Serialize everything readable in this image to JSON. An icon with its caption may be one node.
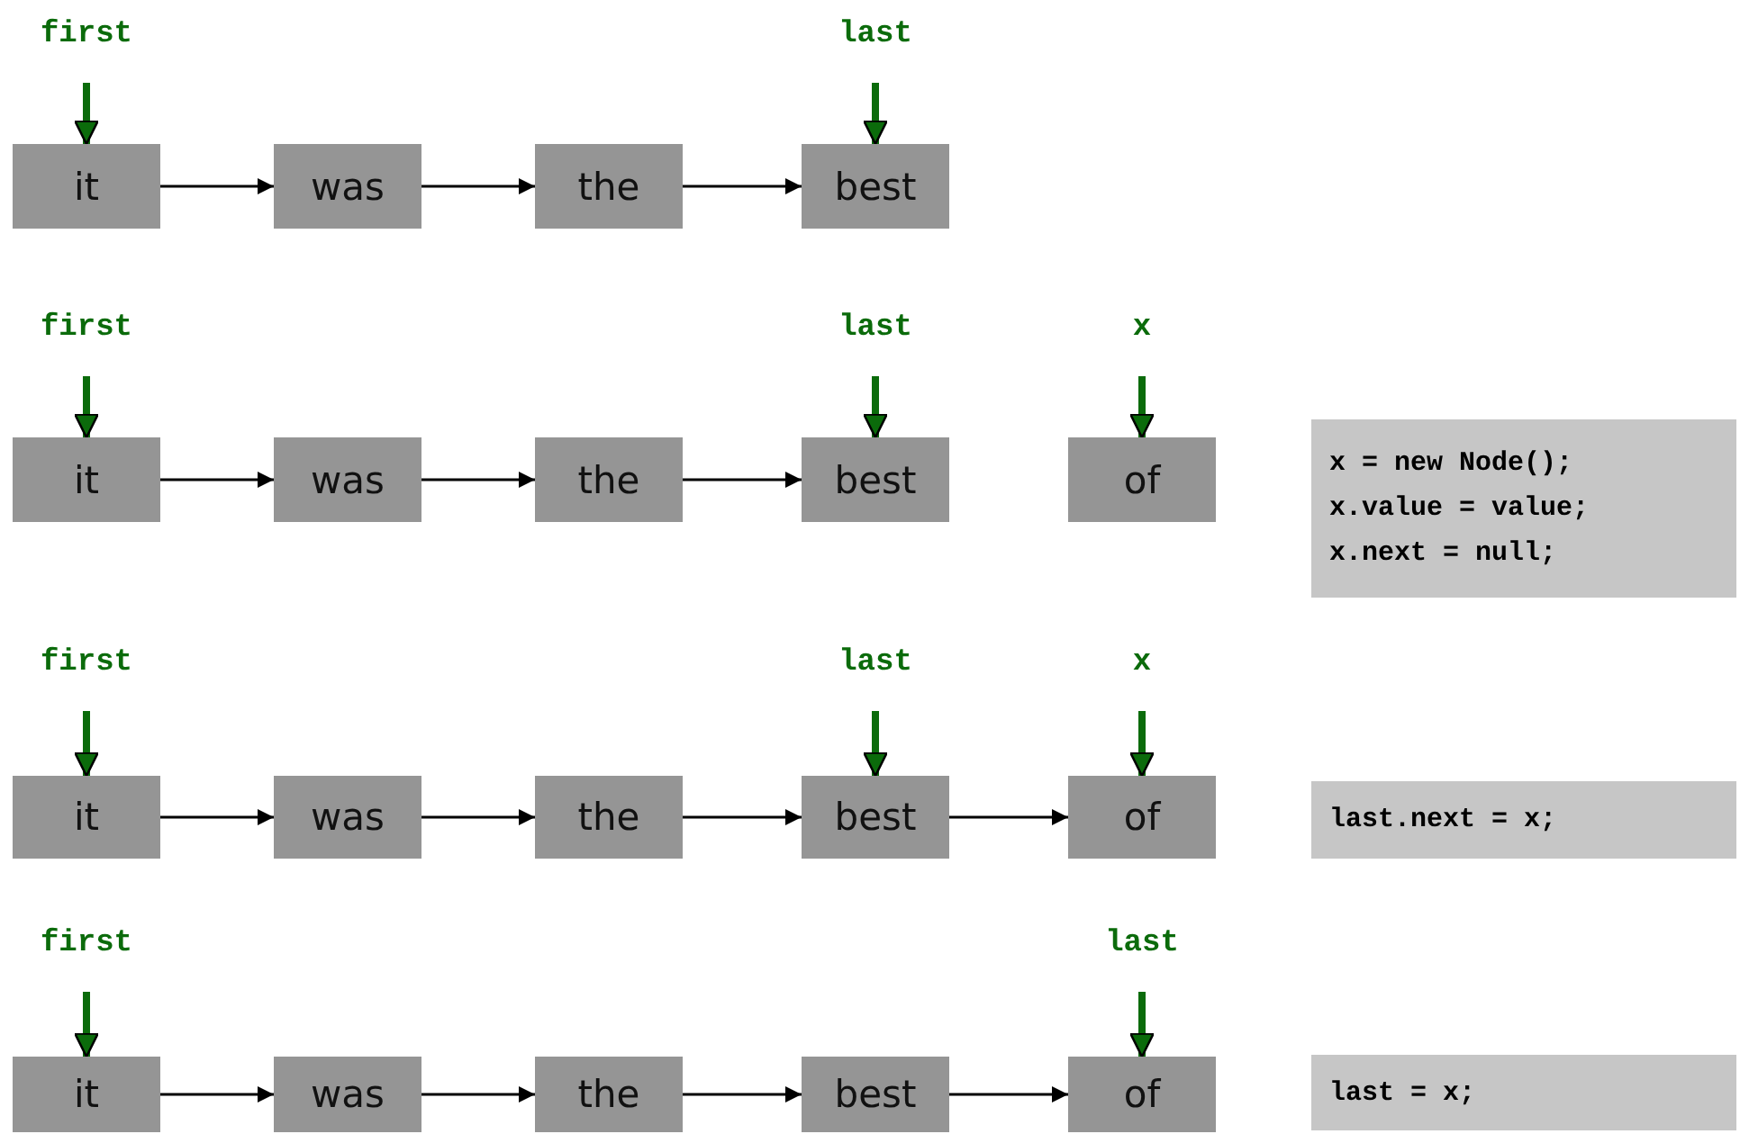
{
  "diagram": {
    "nodes": [
      {
        "text": [
          "first"
        ]
      },
      {
        "text": [
          "last"
        ]
      },
      {
        "text": [
          "it"
        ]
      },
      {
        "text": [
          "was"
        ]
      },
      {
        "text": [
          "the"
        ]
      },
      {
        "text": [
          "best"
        ]
      },
      {
        "text": [
          "first"
        ]
      },
      {
        "text": [
          "last"
        ]
      },
      {
        "text": [
          "x"
        ]
      },
      {
        "text": [
          "it"
        ]
      },
      {
        "text": [
          "was"
        ]
      },
      {
        "text": [
          "the"
        ]
      },
      {
        "text": [
          "best"
        ]
      },
      {
        "text": [
          "of"
        ]
      },
      {
        "text": [
          "x = new Node();",
          "x.value = value;",
          "x.next = null;"
        ]
      },
      {
        "text": [
          "first"
        ]
      },
      {
        "text": [
          "last"
        ]
      },
      {
        "text": [
          "x"
        ]
      },
      {
        "text": [
          "it"
        ]
      },
      {
        "text": [
          "was"
        ]
      },
      {
        "text": [
          "the"
        ]
      },
      {
        "text": [
          "best"
        ]
      },
      {
        "text": [
          "of"
        ]
      },
      {
        "text": [
          "last.next = x;"
        ]
      },
      {
        "text": [
          "first"
        ]
      },
      {
        "text": [
          "last"
        ]
      },
      {
        "text": [
          "it"
        ]
      },
      {
        "text": [
          "was"
        ]
      },
      {
        "text": [
          "the"
        ]
      },
      {
        "text": [
          "best"
        ]
      },
      {
        "text": [
          "of"
        ]
      },
      {
        "text": [
          "last = x;"
        ]
      }
    ],
    "edges": [
      {
        "from": 0,
        "to": 2,
        "arrow": "to",
        "style": "thick",
        "color": "#0b6b0b"
      },
      {
        "from": 1,
        "to": 5,
        "arrow": "to",
        "style": "thick",
        "color": "#0b6b0b"
      },
      {
        "from": 2,
        "to": 3,
        "arrow": "to"
      },
      {
        "from": 3,
        "to": 4,
        "arrow": "to"
      },
      {
        "from": 4,
        "to": 5,
        "arrow": "to"
      },
      {
        "from": 6,
        "to": 9,
        "arrow": "to",
        "style": "thick",
        "color": "#0b6b0b"
      },
      {
        "from": 7,
        "to": 12,
        "arrow": "to",
        "style": "thick",
        "color": "#0b6b0b"
      },
      {
        "from": 8,
        "to": 13,
        "arrow": "to",
        "style": "thick",
        "color": "#0b6b0b"
      },
      {
        "from": 9,
        "to": 10,
        "arrow": "to"
      },
      {
        "from": 10,
        "to": 11,
        "arrow": "to"
      },
      {
        "from": 11,
        "to": 12,
        "arrow": "to"
      },
      {
        "from": 15,
        "to": 18,
        "arrow": "to",
        "style": "thick",
        "color": "#0b6b0b"
      },
      {
        "from": 16,
        "to": 21,
        "arrow": "to",
        "style": "thick",
        "color": "#0b6b0b"
      },
      {
        "from": 17,
        "to": 22,
        "arrow": "to",
        "style": "thick",
        "color": "#0b6b0b"
      },
      {
        "from": 18,
        "to": 19,
        "arrow": "to"
      },
      {
        "from": 19,
        "to": 20,
        "arrow": "to"
      },
      {
        "from": 20,
        "to": 21,
        "arrow": "to"
      },
      {
        "from": 21,
        "to": 22,
        "arrow": "to"
      },
      {
        "from": 24,
        "to": 26,
        "arrow": "to",
        "style": "thick",
        "color": "#0b6b0b"
      },
      {
        "from": 25,
        "to": 30,
        "arrow": "to",
        "style": "thick",
        "color": "#0b6b0b"
      },
      {
        "from": 26,
        "to": 27,
        "arrow": "to"
      },
      {
        "from": 27,
        "to": 28,
        "arrow": "to"
      },
      {
        "from": 28,
        "to": 29,
        "arrow": "to"
      },
      {
        "from": 29,
        "to": 30,
        "arrow": "to"
      }
    ]
  }
}
